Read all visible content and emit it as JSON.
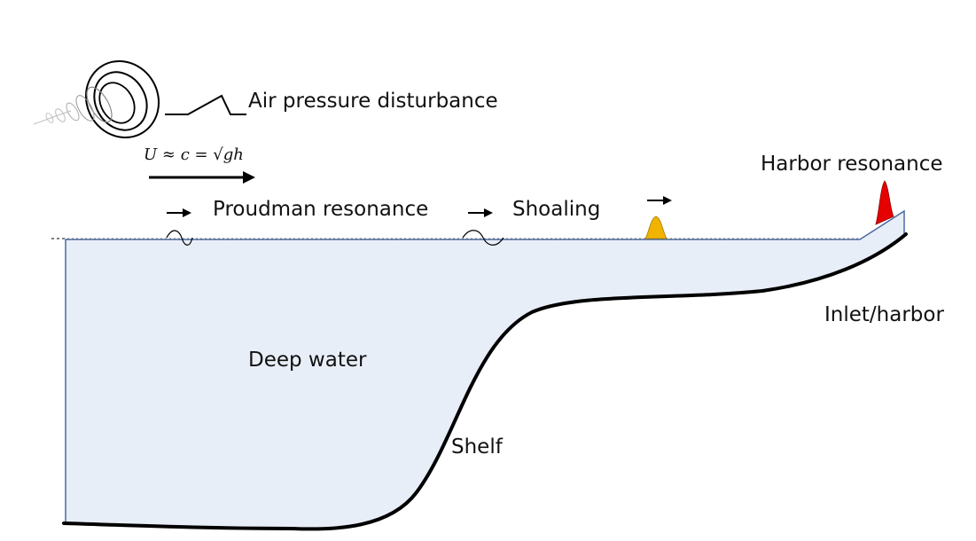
{
  "labels": {
    "air_pressure": "Air pressure disturbance",
    "formula": "U ≈ c = √gh",
    "proudman": "Proudman resonance",
    "shoaling": "Shoaling",
    "harbor_resonance": "Harbor resonance",
    "inlet_harbor": "Inlet/harbor",
    "deep_water": "Deep water",
    "shelf": "Shelf"
  },
  "colors": {
    "water_fill": "#e8eef8",
    "water_outline": "#4a6aa0",
    "seabed": "#000000",
    "shoaling_wave": "#f0b400",
    "harbor_wave": "#e60000",
    "text": "#111111"
  },
  "icons": {
    "disturbance": "spiral-vortex-icon",
    "arrow": "right-arrow-icon"
  }
}
